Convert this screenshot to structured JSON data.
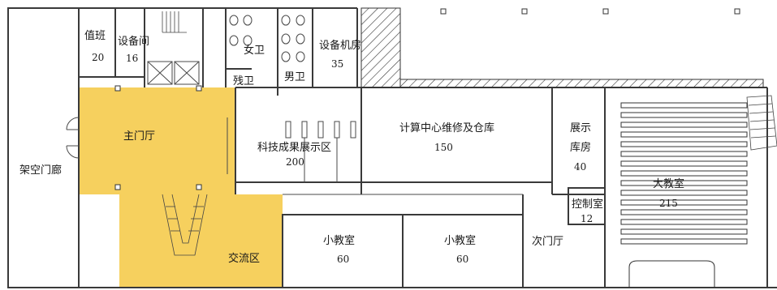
{
  "highlight_color": "#f5c842",
  "rooms": {
    "duty": {
      "name": "值班",
      "number": "20"
    },
    "equipment_room": {
      "name": "设备间",
      "number": "16"
    },
    "women_wc": {
      "name": "女卫"
    },
    "men_wc": {
      "name": "男卫"
    },
    "accessible_wc": {
      "name": "残卫"
    },
    "equipment_machine_room": {
      "name": "设备机房",
      "number": "35"
    },
    "arcade": {
      "name": "架空门廊"
    },
    "main_hall": {
      "name": "主门厅"
    },
    "exhibition": {
      "name": "科技成果展示区",
      "number": "200"
    },
    "computer_center": {
      "name": "计算中心维修及仓库",
      "number": "150"
    },
    "exhibit_storage": {
      "name": "展示",
      "name2": "库房",
      "number": "40"
    },
    "control_room": {
      "name": "控制室",
      "number": "12"
    },
    "lecture_hall": {
      "name": "大教室",
      "number": "215"
    },
    "exchange_area": {
      "name": "交流区"
    },
    "classroom_a": {
      "name": "小教室",
      "number": "60"
    },
    "classroom_b": {
      "name": "小教室",
      "number": "60"
    },
    "side_entrance": {
      "name": "次门厅"
    }
  }
}
